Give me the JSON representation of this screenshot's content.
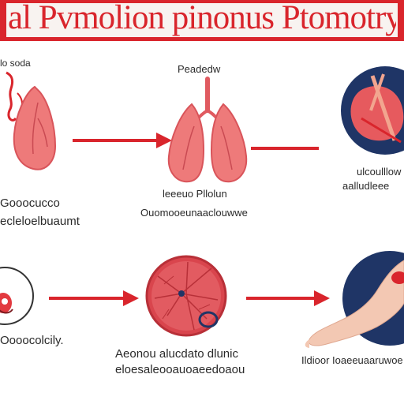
{
  "header": {
    "title": "al Pvmolion pinonus Ptomotry"
  },
  "steps": [
    {
      "caption_line1": "",
      "caption_line2": ""
    },
    {
      "caption_line1": "Peadedw",
      "caption_line2": ""
    },
    {
      "caption_line1": "",
      "caption_line2": ""
    }
  ],
  "row1_labels": {
    "left_top": "lo soda",
    "left_a": "Gooocucco",
    "left_b": "ecleloelbuaumt",
    "middle_a": "leeeuo Pllolun",
    "middle_b": "Ouomooeunaaclouwwe",
    "right_a": "ulcoulllow",
    "right_b": "aalludleee"
  },
  "row2_labels": {
    "left": "Oooocolcily.",
    "middle_a": "Aeonou alucdato dlunic",
    "middle_b": "eloesaleooauoaeedoaou",
    "right": "Ildioor Ioaeeuaaruwoe"
  },
  "colors": {
    "brand_red": "#d9252c",
    "arrow_red": "#d9252c",
    "lung_pink": "#ee7a7a",
    "circle_navy": "#1f3566",
    "skin": "#f3c8b3"
  }
}
